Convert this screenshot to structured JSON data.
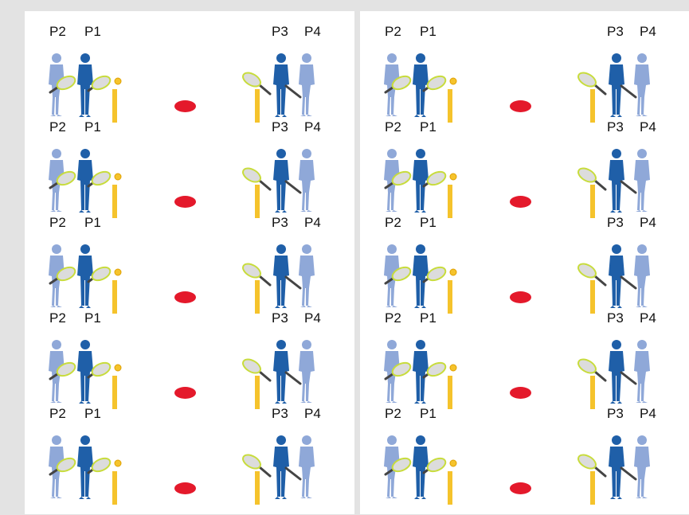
{
  "panels": [
    {
      "rows": [
        {
          "left": [
            "P2",
            "P1"
          ],
          "right": [
            "P3",
            "P4"
          ]
        },
        {
          "left": [
            "P2",
            "P1"
          ],
          "right": [
            "P3",
            "P4"
          ]
        },
        {
          "left": [
            "P2",
            "P1"
          ],
          "right": [
            "P3",
            "P4"
          ]
        },
        {
          "left": [
            "P2",
            "P1"
          ],
          "right": [
            "P3",
            "P4"
          ]
        },
        {
          "left": [
            "P2",
            "P1"
          ],
          "right": [
            "P3",
            "P4"
          ]
        }
      ]
    },
    {
      "rows": [
        {
          "left": [
            "P2",
            "P1"
          ],
          "right": [
            "P3",
            "P4"
          ]
        },
        {
          "left": [
            "P2",
            "P1"
          ],
          "right": [
            "P3",
            "P4"
          ]
        },
        {
          "left": [
            "P2",
            "P1"
          ],
          "right": [
            "P3",
            "P4"
          ]
        },
        {
          "left": [
            "P2",
            "P1"
          ],
          "right": [
            "P3",
            "P4"
          ]
        },
        {
          "left": [
            "P2",
            "P1"
          ],
          "right": [
            "P3",
            "P4"
          ]
        }
      ]
    }
  ],
  "colors": {
    "background": "#e3e3e3",
    "panel": "#ffffff",
    "player_light": "#8fa8d8",
    "player_dark": "#1f5fa8",
    "racket": "#c8dc3c",
    "racket_face": "#dcdcdc",
    "post": "#f5c32c",
    "marker": "#e4192b"
  },
  "icons": {
    "player": "player-silhouette-icon",
    "racket": "tennis-racket-icon",
    "ball": "tennis-ball-icon",
    "post": "net-post-icon",
    "marker": "red-oval-marker-icon"
  }
}
